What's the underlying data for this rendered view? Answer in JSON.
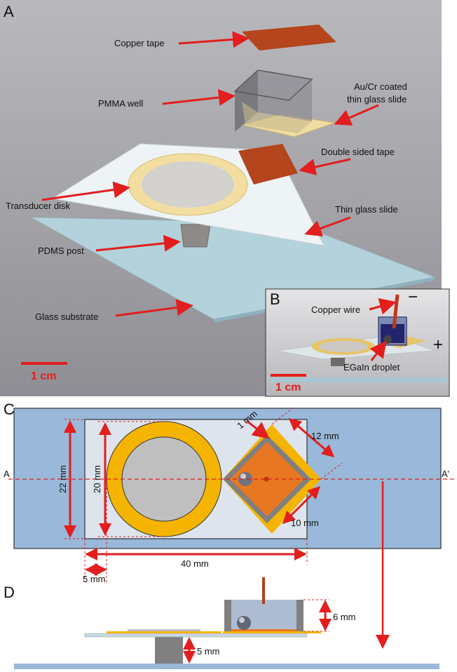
{
  "panels": {
    "a": "A",
    "b": "B",
    "c": "C",
    "d": "D"
  },
  "panel_a": {
    "labels": {
      "copper_tape": "Copper tape",
      "pmma_well": "PMMA well",
      "aucr_line1": "Au/Cr coated",
      "aucr_line2": "thin glass slide",
      "double_tape": "Double sided tape",
      "transducer": "Transducer disk",
      "thin_glass": "Thin glass slide",
      "pdms": "PDMS post",
      "substrate": "Glass substrate"
    },
    "scale": "1 cm"
  },
  "panel_b": {
    "copper_wire": "Copper wire",
    "egain": "EGaIn droplet",
    "minus": "−",
    "plus": "+",
    "scale": "1 cm"
  },
  "panel_c": {
    "section_left": "A",
    "section_right": "A'",
    "dims": {
      "d22": "22 mm",
      "d20": "20 mm",
      "d1": "1 mm",
      "d12": "12 mm",
      "d10": "10 mm",
      "d40": "40 mm",
      "d5": "5 mm"
    }
  },
  "panel_d": {
    "dims": {
      "d6": "6 mm",
      "d5": "5 mm"
    }
  },
  "colors": {
    "arrow_red": "#e21e1e",
    "substrate_blue": "#9ab8d9",
    "gold": "#f5b400",
    "copper_orange": "#e87722",
    "grey_disk": "#bfbfbf"
  }
}
